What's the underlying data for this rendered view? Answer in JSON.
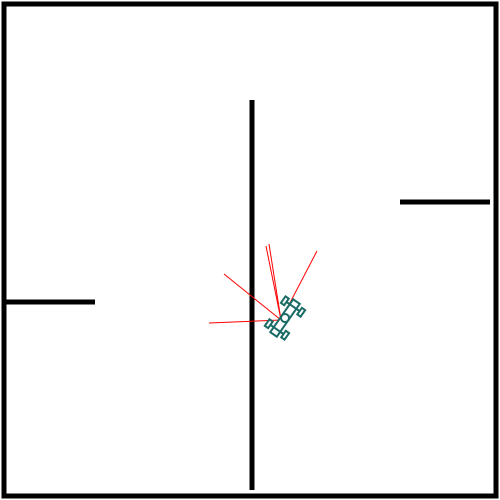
{
  "scene": {
    "background_color": "#ffffff",
    "wall_color": "#000000",
    "ray_color": "#ff0000",
    "car_color": "#1a6b66",
    "car_fill": "#ffffff"
  },
  "environment": {
    "walls": [
      "outer-boundary",
      "center-divider",
      "left-ledge",
      "right-ledge"
    ]
  },
  "agent": {
    "icon": "car-icon",
    "sensor_rays": 5
  }
}
